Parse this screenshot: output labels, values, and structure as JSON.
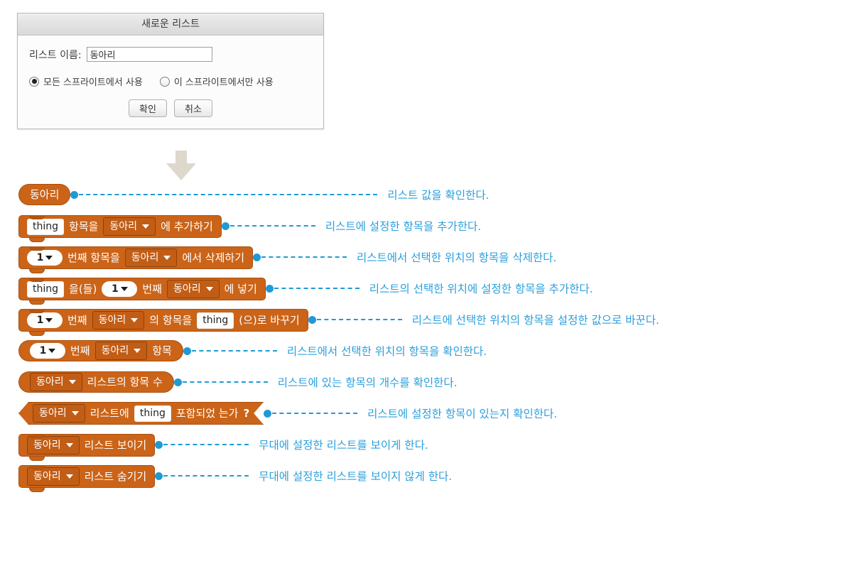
{
  "dialog": {
    "title": "새로운 리스트",
    "name_label": "리스트 이름:",
    "name_value": "동아리",
    "name_placeholder": "",
    "scope_options": [
      {
        "label": "모든 스프라이트에서 사용",
        "selected": true
      },
      {
        "label": "이 스프라이트에서만 사용",
        "selected": false
      }
    ],
    "ok_label": "확인",
    "cancel_label": "취소"
  },
  "arrow": {
    "icon": "down-arrow-icon",
    "color": "#ded8cc"
  },
  "colors": {
    "block_orange": "#cb6418",
    "block_orange_dark": "#c25d16",
    "block_border": "#a9500f",
    "annotation_blue": "#2b9fdc",
    "connector_blue": "#1f9ad6"
  },
  "list_name": "동아리",
  "blocks": [
    {
      "id": "list-reporter",
      "shape": "reporter",
      "parts": [
        {
          "type": "label",
          "text": "동아리"
        }
      ],
      "annotation": "리스트 값을 확인한다.",
      "dash_width": 420
    },
    {
      "id": "add-to-list",
      "shape": "stack",
      "parts": [
        {
          "type": "text-field",
          "text": "thing"
        },
        {
          "type": "label",
          "text": "항목을"
        },
        {
          "type": "dropdown",
          "text": "동아리"
        },
        {
          "type": "label",
          "text": "에  추가하기"
        }
      ],
      "annotation": "리스트에 설정한 항목을 추가한다.",
      "dash_width": 120
    },
    {
      "id": "delete-of-list",
      "shape": "stack",
      "parts": [
        {
          "type": "num-field",
          "text": "1"
        },
        {
          "type": "label",
          "text": "번째  항목을"
        },
        {
          "type": "dropdown",
          "text": "동아리"
        },
        {
          "type": "label",
          "text": "에서  삭제하기"
        }
      ],
      "annotation": "리스트에서 선택한 위치의 항목을 삭제한다.",
      "dash_width": 120
    },
    {
      "id": "insert-at-list",
      "shape": "stack",
      "parts": [
        {
          "type": "text-field",
          "text": "thing"
        },
        {
          "type": "label",
          "text": "을(들)"
        },
        {
          "type": "num-field",
          "text": "1"
        },
        {
          "type": "label",
          "text": "번째"
        },
        {
          "type": "dropdown",
          "text": "동아리"
        },
        {
          "type": "label",
          "text": "에  넣기"
        }
      ],
      "annotation": "리스트의 선택한 위치에 설정한 항목을 추가한다.",
      "dash_width": 120
    },
    {
      "id": "replace-item-of-list",
      "shape": "stack",
      "parts": [
        {
          "type": "num-field",
          "text": "1"
        },
        {
          "type": "label",
          "text": "번째"
        },
        {
          "type": "dropdown",
          "text": "동아리"
        },
        {
          "type": "label",
          "text": "의  항목을"
        },
        {
          "type": "text-field",
          "text": "thing"
        },
        {
          "type": "label",
          "text": "(으)로  바꾸기"
        }
      ],
      "annotation": "리스트에 선택한 위치의 항목을 설정한 값으로 바꾼다.",
      "dash_width": 120
    },
    {
      "id": "item-of-list",
      "shape": "reporter",
      "parts": [
        {
          "type": "num-field",
          "text": "1"
        },
        {
          "type": "label",
          "text": "번째"
        },
        {
          "type": "dropdown",
          "text": "동아리"
        },
        {
          "type": "label",
          "text": "항목"
        }
      ],
      "annotation": "리스트에서 선택한 위치의 항목을 확인한다.",
      "dash_width": 120
    },
    {
      "id": "length-of-list",
      "shape": "reporter",
      "parts": [
        {
          "type": "dropdown",
          "text": "동아리"
        },
        {
          "type": "label",
          "text": "리스트의  항목  수"
        }
      ],
      "annotation": "리스트에 있는 항목의 개수를 확인한다.",
      "dash_width": 120
    },
    {
      "id": "list-contains",
      "shape": "boolean",
      "parts": [
        {
          "type": "dropdown",
          "text": "동아리"
        },
        {
          "type": "label",
          "text": "리스트에"
        },
        {
          "type": "text-field",
          "text": "thing"
        },
        {
          "type": "label",
          "text": "포함되었 는가",
          "bold": false
        },
        {
          "type": "label",
          "text": "?",
          "bold": true
        }
      ],
      "annotation": "리스트에 설정한 항목이 있는지 확인한다.",
      "dash_width": 120
    },
    {
      "id": "show-list",
      "shape": "stack",
      "parts": [
        {
          "type": "dropdown",
          "text": "동아리"
        },
        {
          "type": "label",
          "text": "리스트  보이기"
        }
      ],
      "annotation": "무대에 설정한 리스트를 보이게 한다.",
      "dash_width": 120
    },
    {
      "id": "hide-list",
      "shape": "stack",
      "parts": [
        {
          "type": "dropdown",
          "text": "동아리"
        },
        {
          "type": "label",
          "text": "리스트  숨기기"
        }
      ],
      "annotation": "무대에 설정한 리스트를 보이지 않게 한다.",
      "dash_width": 120
    }
  ]
}
